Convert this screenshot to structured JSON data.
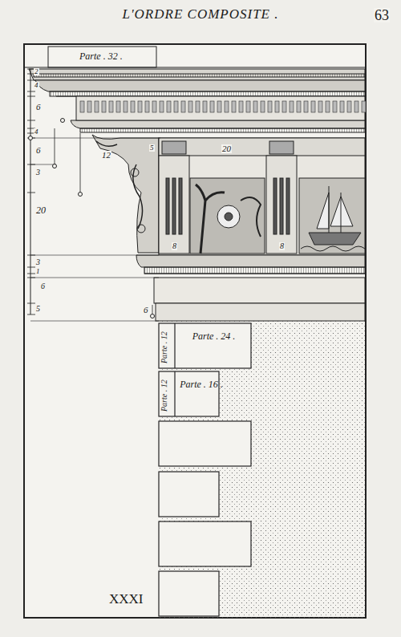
{
  "diagram": {
    "title": "L'ORDRE COMPOSITE .",
    "nodes": [
      {
        "text": [
          "Parte . 24 ."
        ]
      },
      {
        "text": [
          "Parte . 16 ."
        ]
      }
    ],
    "labels": [
      "63",
      "Parte . 32 .",
      "2",
      "4",
      "6",
      "4",
      "6",
      "3",
      "20",
      "3",
      "1",
      "6",
      "5",
      "12",
      "5",
      "20",
      "8",
      "8",
      "6",
      "Parte . 12",
      "Parte . 12",
      "XXXI"
    ]
  }
}
